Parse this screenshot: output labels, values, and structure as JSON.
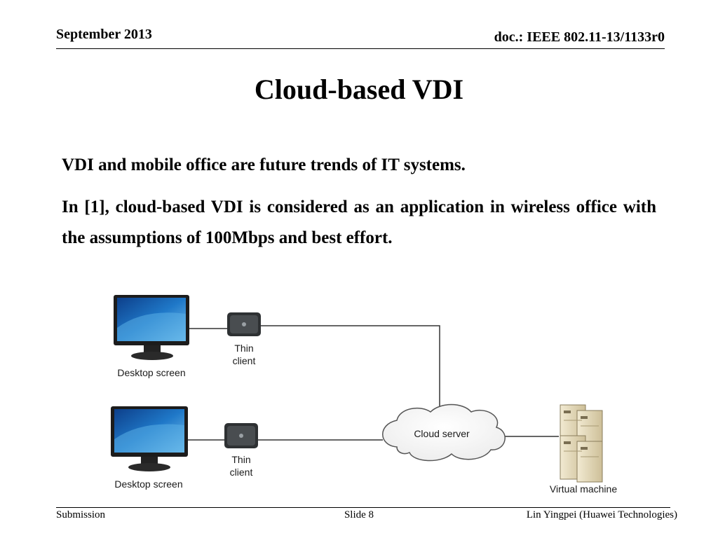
{
  "header": {
    "date": "September 2013",
    "doc": "doc.: IEEE 802.11-13/1133r0"
  },
  "slide": {
    "title": "Cloud-based VDI",
    "paragraphs": [
      "VDI and mobile office are future trends of IT systems.",
      "In [1], cloud-based VDI is considered as an application in wireless office with the assumptions of 100Mbps and best effort."
    ]
  },
  "diagram": {
    "desktop_label": "Desktop screen",
    "thin_client_line1": "Thin",
    "thin_client_line2": "client",
    "cloud_label": "Cloud server",
    "vm_label": "Virtual machine"
  },
  "footer": {
    "left": "Submission",
    "center": "Slide 8",
    "right": "Lin Yingpei (Huawei Technologies)"
  }
}
